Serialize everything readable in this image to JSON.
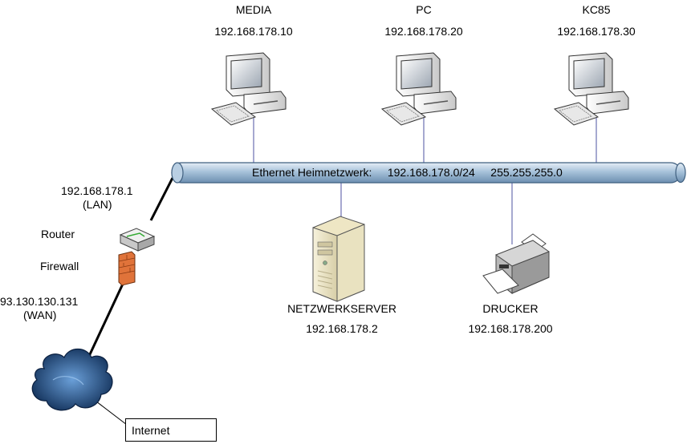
{
  "network": {
    "bus_label": "Ethernet Heimnetzwerk:     192.168.178.0/24     255.255.255.0"
  },
  "top_devices": [
    {
      "name": "MEDIA",
      "ip": "192.168.178.10",
      "icon": "desktop-computer-icon"
    },
    {
      "name": "PC",
      "ip": "192.168.178.20",
      "icon": "desktop-computer-icon"
    },
    {
      "name": "KC85",
      "ip": "192.168.178.30",
      "icon": "desktop-computer-icon"
    }
  ],
  "bottom_devices": [
    {
      "name": "NETZWERKSERVER",
      "ip": "192.168.178.2",
      "icon": "server-tower-icon"
    },
    {
      "name": "DRUCKER",
      "ip": "192.168.178.200",
      "icon": "printer-icon"
    }
  ],
  "router": {
    "lan_ip": "192.168.178.1",
    "lan_label": "(LAN)",
    "label": "Router",
    "firewall_label": "Firewall",
    "wan_ip": "93.130.130.131",
    "wan_label": "(WAN)",
    "icons": [
      "router-icon",
      "firewall-icon"
    ]
  },
  "internet": {
    "label": "Internet",
    "icon": "cloud-icon"
  },
  "colors": {
    "bus_fill": "#a7c2da",
    "bus_stroke": "#3f5f7f",
    "connector": "#6a6fb0",
    "cloud": "#1c3f6e",
    "firewall": "#e0733a"
  }
}
